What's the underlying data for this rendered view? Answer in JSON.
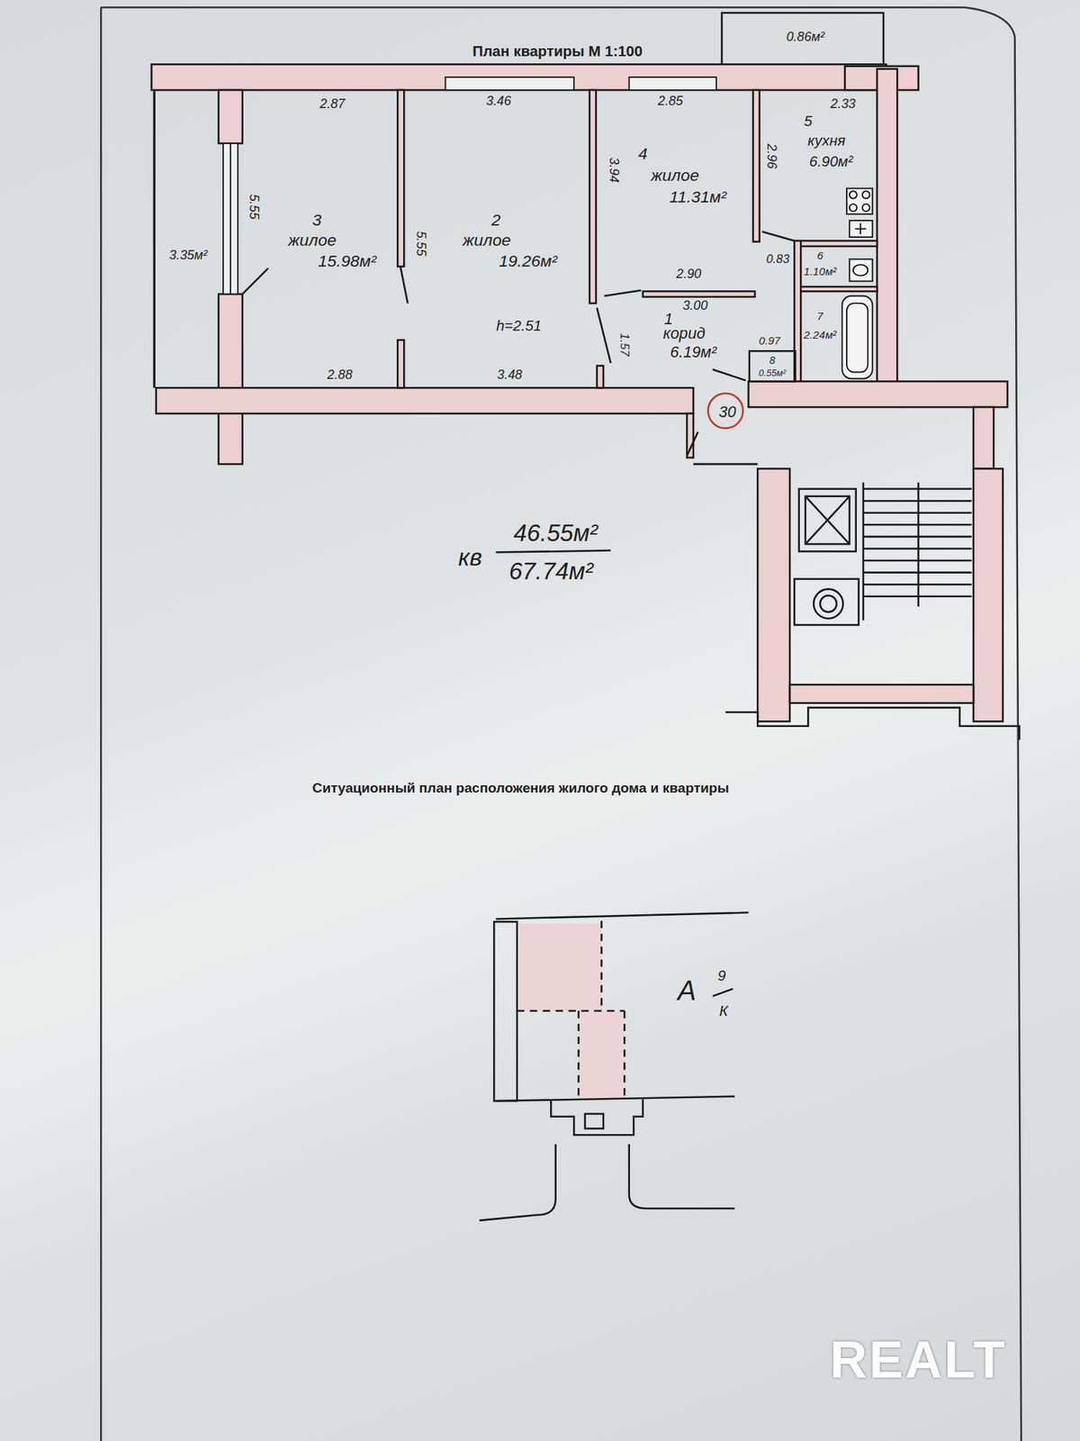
{
  "diagram": {
    "title": "План квартиры  М 1:100",
    "nodes": [
      {
        "text": [
          "3",
          "жилое",
          "15.98м²"
        ]
      },
      {
        "text": [
          "2",
          "жилое",
          "19.26м²"
        ]
      },
      {
        "text": [
          "4",
          "жилое",
          "11.31м²"
        ]
      },
      {
        "text": [
          "5",
          "кухня",
          "6.90м²"
        ]
      },
      {
        "text": [
          "6",
          "1.10м²"
        ]
      },
      {
        "text": [
          "7",
          "2.24м²"
        ]
      },
      {
        "text": [
          "8",
          "0.55м²"
        ]
      },
      {
        "text": [
          "1",
          "корид",
          "6.19м²"
        ]
      },
      {
        "text": [
          "30"
        ]
      }
    ],
    "labels": [
      "0.86м²",
      "2.87",
      "3.46",
      "2.85",
      "2.33",
      "5.55",
      "5.55",
      "3.94",
      "2.96",
      "3.35м²",
      "2.88",
      "3.48",
      "2.90",
      "0.83",
      "3.00",
      "h=2.51",
      "1.57",
      "0.97",
      "кв",
      "46.55м²",
      "67.74м²",
      "Ситуационный план расположения жилого дома и квартиры",
      "А",
      "9",
      "К",
      "REALT"
    ]
  }
}
